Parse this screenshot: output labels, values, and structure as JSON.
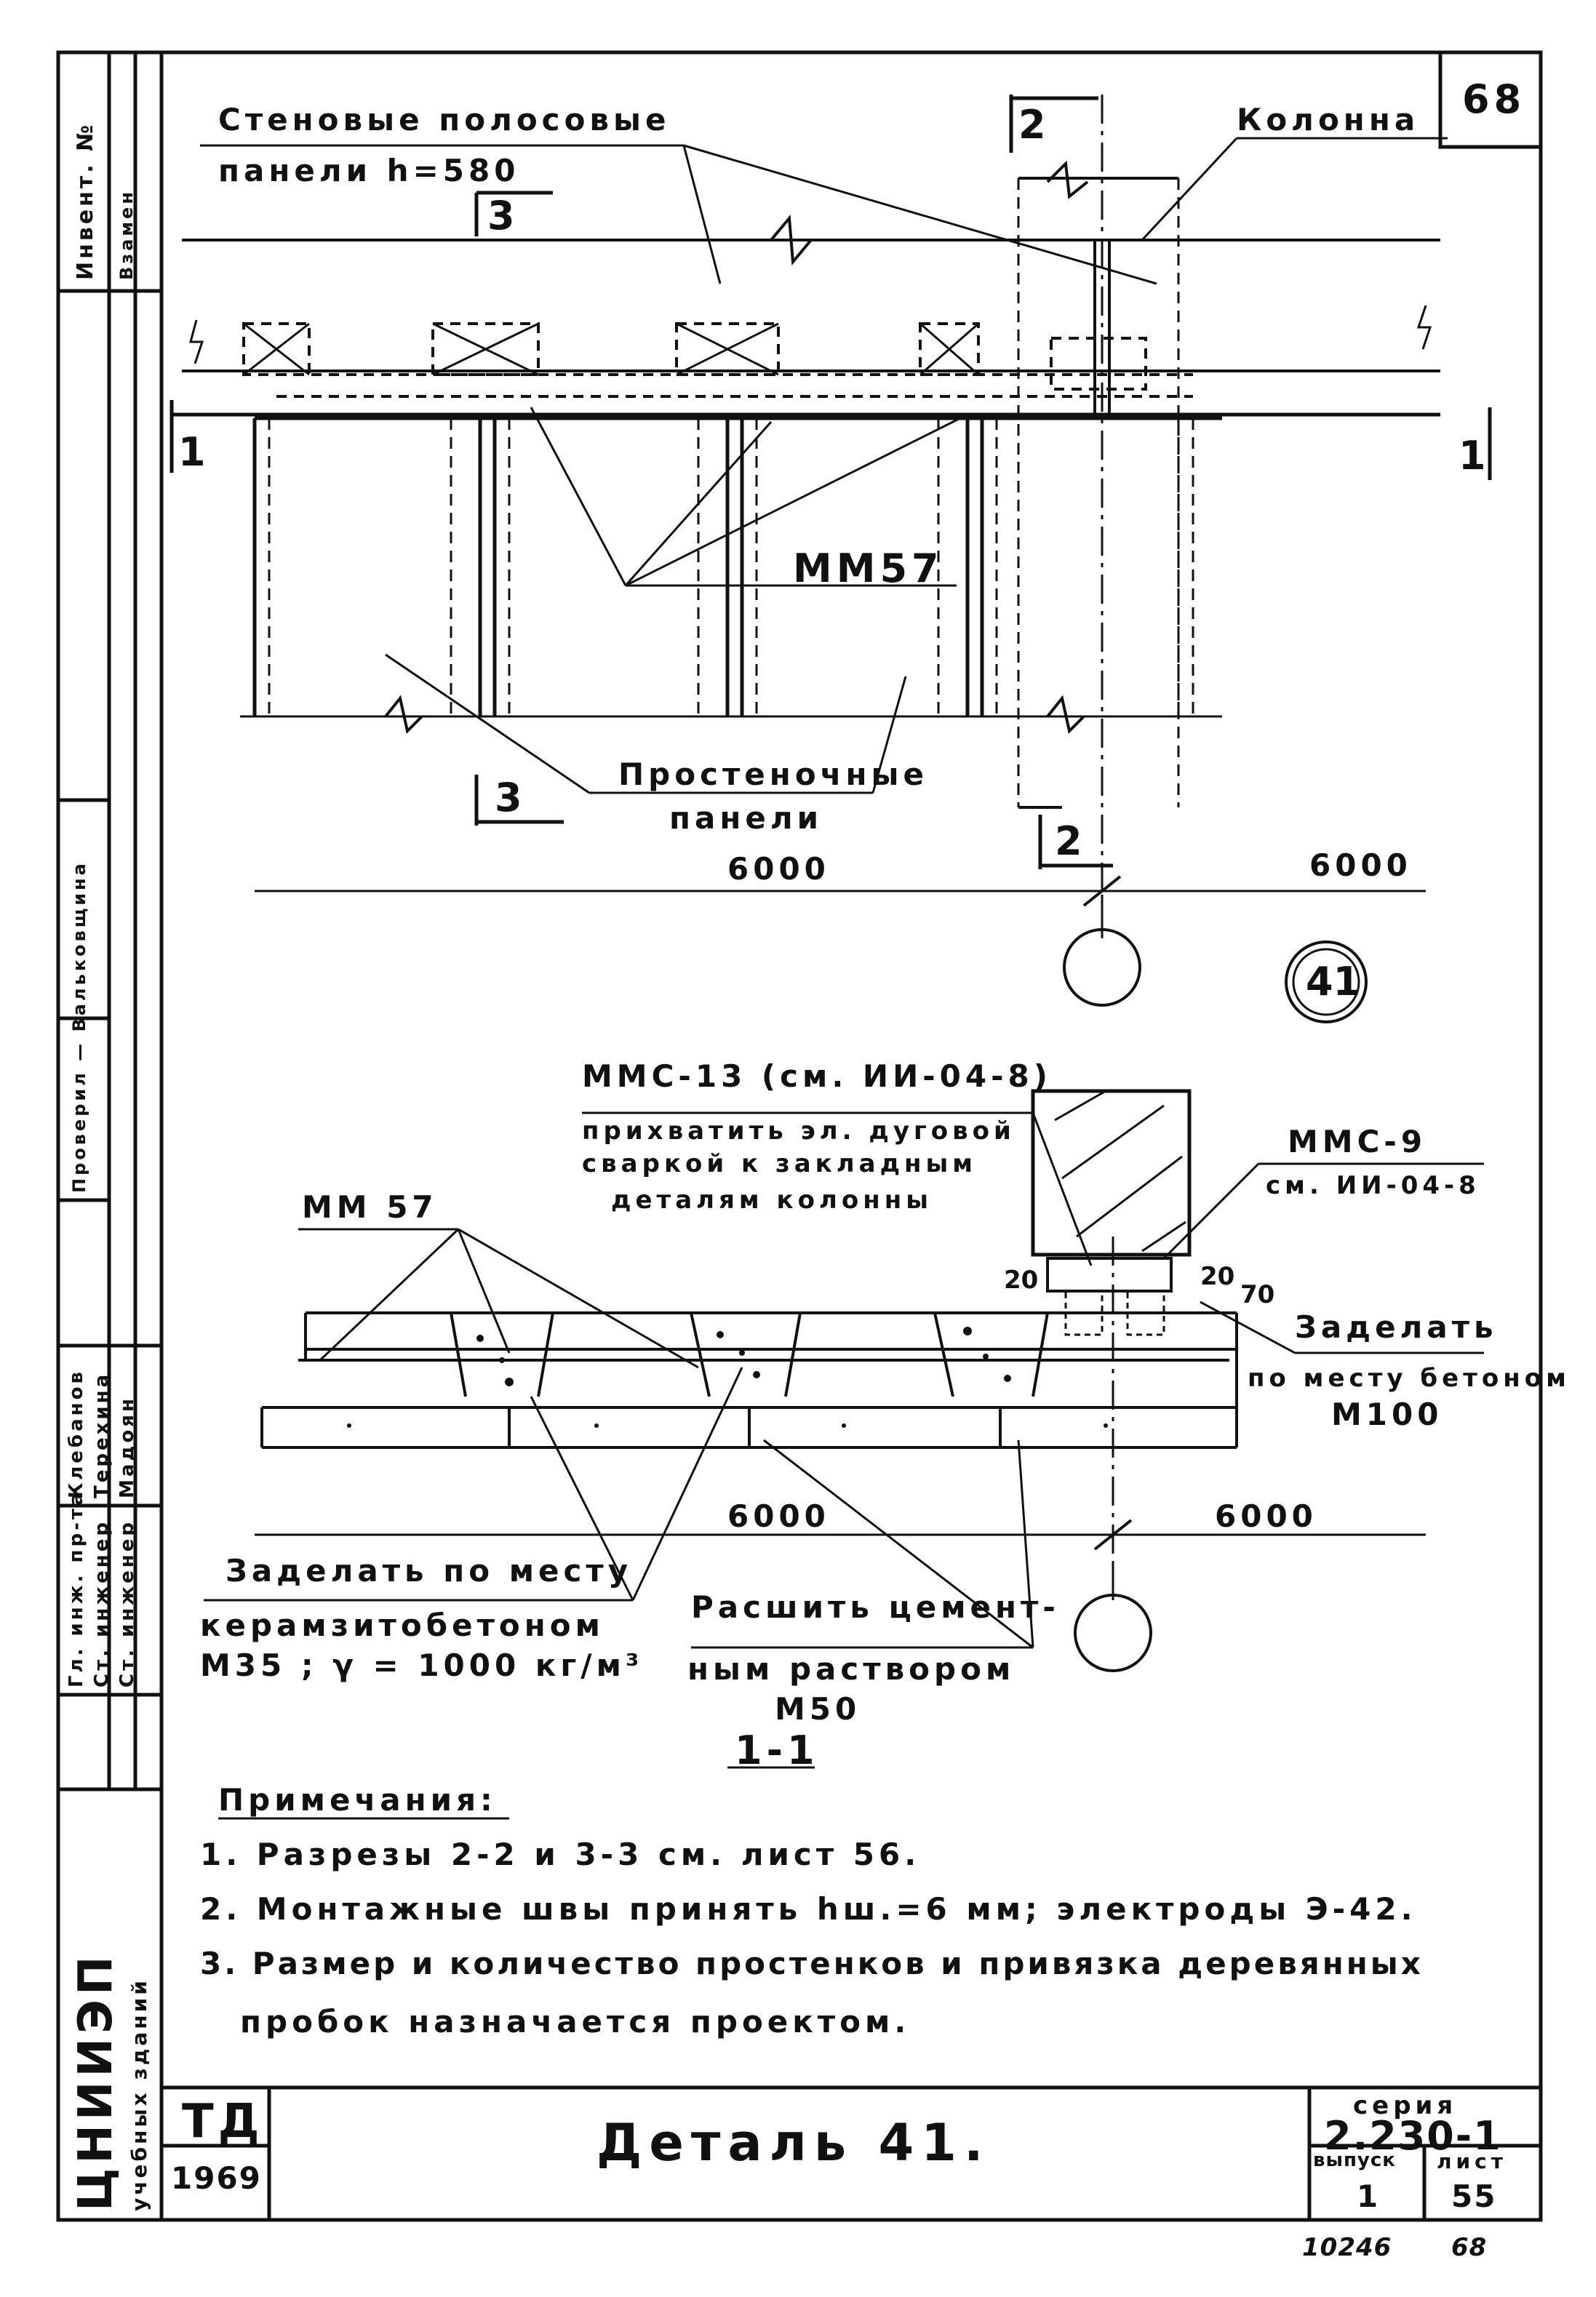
{
  "sheet_corner_number": "68",
  "plan": {
    "wall_panels_line1": "Стеновые полосовые",
    "wall_panels_line2": "панели h=580",
    "column_label": "Колонна",
    "mm_label": "ММ57",
    "pier_panels_line1": "Простеночные",
    "pier_panels_line2": "панели",
    "section_mark_2": "2",
    "section_mark_3": "3",
    "section_mark_1": "1",
    "dim_left": "6000",
    "dim_right": "6000"
  },
  "detail_number": "41",
  "section": {
    "mmc13_line1": "ММС-13 (см. ИИ-04-8)",
    "mmc13_line2": "прихватить эл. дуговой",
    "mmc13_line3": "сваркой к закладным",
    "mmc13_line4": "деталям колонны",
    "mmc9_line1": "ММС-9",
    "mmc9_line2": "см. ИИ-04-8",
    "mm57": "ММ 57",
    "dim_20a": "20",
    "dim_20b": "20",
    "dim_70": "70",
    "seal_line1": "Заделать",
    "seal_line2": "по месту бетоном",
    "seal_line3": "М100",
    "dim_left": "6000",
    "dim_right": "6000",
    "keramzit_line1": "Заделать по месту",
    "keramzit_line2": "керамзитобетоном",
    "keramzit_line3": "М35 ; γ = 1000 кг/м³",
    "mortar_line1": "Расшить цемент-",
    "mortar_line2": "ным раствором",
    "mortar_line3": "М50",
    "caption": "1-1"
  },
  "notes": {
    "title": "Примечания:",
    "items": [
      "1. Разрезы 2-2 и 3-3 см. лист 56.",
      "2. Монтажные швы принять hш.=6 мм; электроды Э-42.",
      "3. Размер и количество простенков и привязка деревянных",
      "пробок назначается проектом."
    ]
  },
  "title_block": {
    "td": "ТД",
    "year": "1969",
    "title": "Деталь 41.",
    "seria_label": "серия",
    "seria_value": "2.230-1",
    "vypusk_label": "выпуск",
    "vypusk_value": "1",
    "list_label": "лист",
    "list_value": "55",
    "below_left": "10246",
    "below_right": "68"
  },
  "side_strip": {
    "invent": "Инвент. №",
    "vzamen": "Взамен",
    "org_line1": "ЦНИИЭП",
    "org_line2": "учебных зданий",
    "role1": "Гл. инж. пр-та",
    "role2": "Ст. инженер",
    "role3": "Ст. инженер",
    "name1": "Клебанов",
    "name2": "Терехина",
    "name3": "Мадоян",
    "crossed": "Проверил — Вальковщина"
  }
}
